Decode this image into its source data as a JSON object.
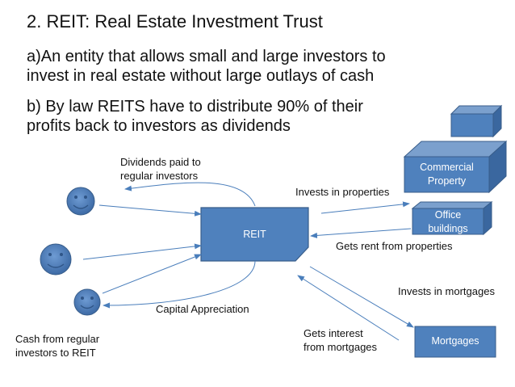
{
  "slide": {
    "title": "2. REIT: Real Estate Investment Trust",
    "bullet_a": [
      "a)An entity that allows small and large investors to",
      "invest in real estate without large outlays of cash"
    ],
    "bullet_b": [
      "b) By law REITS have to distribute 90% of their",
      "profits back to investors as dividends"
    ]
  },
  "diagram": {
    "reit_label": "REIT",
    "commercial_label": [
      "Commercial",
      "Property"
    ],
    "office_label": [
      "Office",
      "buildings"
    ],
    "mortgages_label": "Mortgages",
    "dividends_label": [
      "Dividends paid to",
      "regular investors"
    ],
    "capital_label": "Capital Appreciation",
    "cash_label": [
      "Cash from regular",
      "investors to REIT"
    ],
    "invests_properties_label": "Invests in properties",
    "gets_rent_label": "Gets rent from properties",
    "invests_mortgages_label": "Invests in mortgages",
    "gets_interest_label": [
      "Gets interest",
      "from mortgages"
    ]
  },
  "colors": {
    "shape_fill": "#4f81bd",
    "shape_stroke": "#385d8a",
    "shape_top": "#7ba0cd",
    "shape_side": "#3a679f",
    "arrow": "#4a7ebb",
    "text": "#111111"
  }
}
